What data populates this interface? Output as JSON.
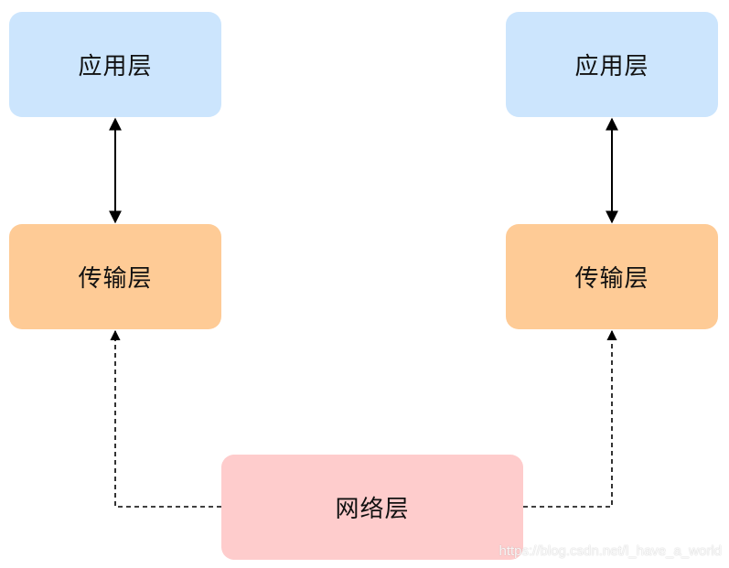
{
  "diagram": {
    "left_stack": {
      "application_layer": "应用层",
      "transport_layer": "传输层"
    },
    "right_stack": {
      "application_layer": "应用层",
      "transport_layer": "传输层"
    },
    "network_layer": "网络层",
    "connections": [
      {
        "from": "application_layer_left",
        "to": "transport_layer_left",
        "style": "solid",
        "direction": "bidirectional"
      },
      {
        "from": "application_layer_right",
        "to": "transport_layer_right",
        "style": "solid",
        "direction": "bidirectional"
      },
      {
        "from": "network_layer",
        "to": "transport_layer_left",
        "style": "dashed",
        "direction": "forward"
      },
      {
        "from": "network_layer",
        "to": "transport_layer_right",
        "style": "dashed",
        "direction": "forward"
      }
    ],
    "colors": {
      "application_layer": "#cce5fd",
      "transport_layer": "#fecb96",
      "network_layer": "#fecccc",
      "arrow": "#000000"
    }
  },
  "watermark": "https://blog.csdn.net/l_have_a_world"
}
